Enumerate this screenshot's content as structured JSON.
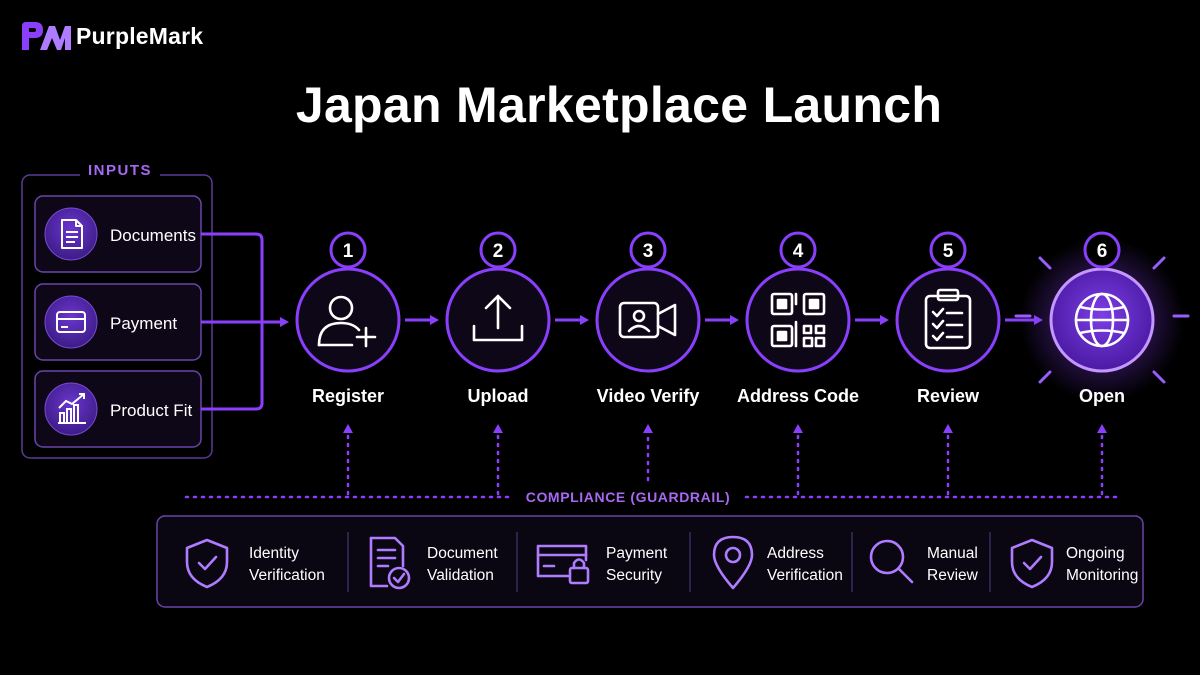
{
  "brand": {
    "name": "PurpleMark",
    "accent": "#8a3ffc",
    "glow": "#b07cff"
  },
  "title": "Japan Marketplace Launch",
  "inputs": {
    "heading": "INPUTS",
    "items": [
      {
        "label": "Documents",
        "icon": "document-icon"
      },
      {
        "label": "Payment",
        "icon": "credit-card-icon"
      },
      {
        "label": "Product Fit",
        "icon": "bar-chart-trend-icon"
      }
    ]
  },
  "steps": [
    {
      "number": "1",
      "label": "Register",
      "icon": "user-add-icon"
    },
    {
      "number": "2",
      "label": "Upload",
      "icon": "upload-icon"
    },
    {
      "number": "3",
      "label": "Video Verify",
      "icon": "video-camera-icon"
    },
    {
      "number": "4",
      "label": "Address Code",
      "icon": "qr-code-icon"
    },
    {
      "number": "5",
      "label": "Review",
      "icon": "clipboard-checklist-icon"
    },
    {
      "number": "6",
      "label": "Open",
      "icon": "globe-icon"
    }
  ],
  "guardrail": {
    "heading": "COMPLIANCE (GUARDRAIL)",
    "items": [
      {
        "line1": "Identity",
        "line2": "Verification",
        "icon": "shield-check-icon"
      },
      {
        "line1": "Document",
        "line2": "Validation",
        "icon": "document-check-icon"
      },
      {
        "line1": "Payment",
        "line2": "Security",
        "icon": "card-lock-icon"
      },
      {
        "line1": "Address",
        "line2": "Verification",
        "icon": "map-pin-icon"
      },
      {
        "line1": "Manual",
        "line2": "Review",
        "icon": "magnifier-icon"
      },
      {
        "line1": "Ongoing",
        "line2": "Monitoring",
        "icon": "shield-check-icon"
      }
    ]
  }
}
